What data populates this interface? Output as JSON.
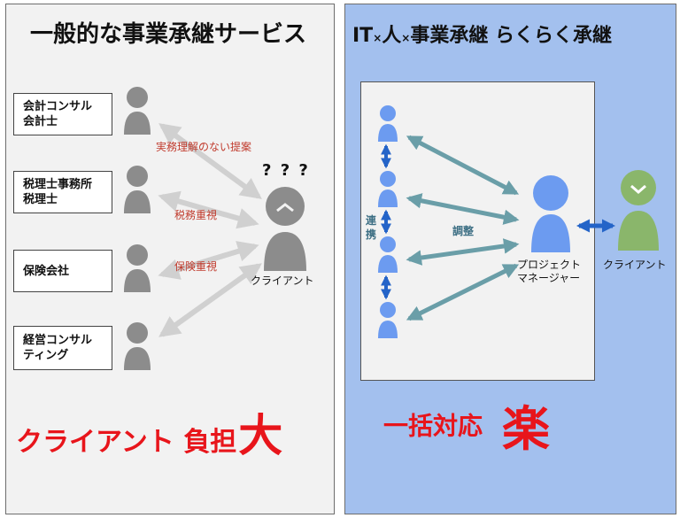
{
  "left": {
    "title": "一般的な事業承継サービス",
    "providers": [
      {
        "line1": "会計コンサル",
        "line2": "会計士"
      },
      {
        "line1": "税理士事務所",
        "line2": "税理士"
      },
      {
        "line1": "保険会社",
        "line2": ""
      },
      {
        "line1": "経営コンサル",
        "line2": "ティング"
      }
    ],
    "arrow_labels": [
      "実務理解のない提案",
      "税務重視",
      "保険重視"
    ],
    "question_marks": "? ? ?",
    "client_label": "クライアント",
    "footer_main": "クライアント 負担",
    "footer_big": "大"
  },
  "right": {
    "title_it": "IT",
    "title_x1": "×",
    "title_person": "人",
    "title_x2": "×",
    "title_rest": "事業承継 らくらく承継",
    "link_label_1": "連",
    "link_label_2": "携",
    "adjust_label": "調整",
    "pm_line1": "プロジェクト",
    "pm_line2": "マネージャー",
    "client_label": "クライアント",
    "footer_main": "一括対応",
    "footer_big": "楽"
  },
  "colors": {
    "left_bg": "#f2f2f2",
    "right_bg": "#a3c0ee",
    "person_gray": "#8c8c8c",
    "person_blue": "#6c9bf0",
    "client_green": "#8ab66b",
    "arrow_gray": "#d0d0d0",
    "arrow_teal": "#6a9ea8",
    "arrow_blue": "#2464c8",
    "accent_red": "#e8151b",
    "label_red": "#c0392b"
  }
}
